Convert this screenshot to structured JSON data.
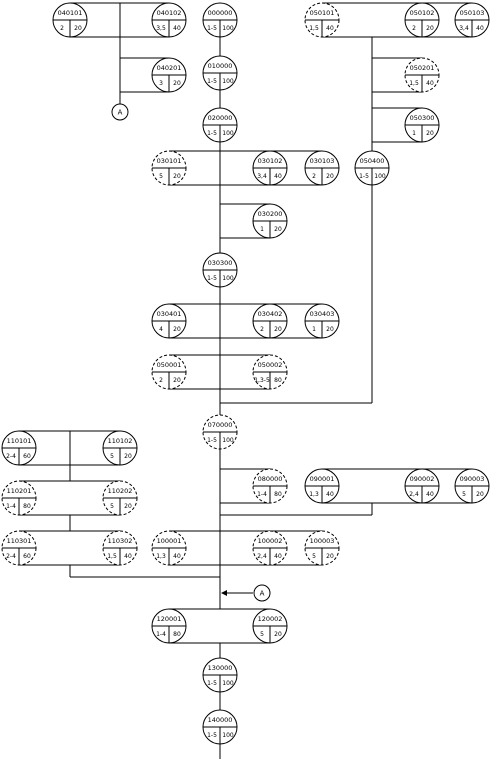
{
  "nodes": [
    {
      "id": "040101",
      "a": "2",
      "b": "20",
      "dashed": false
    },
    {
      "id": "040102",
      "a": "3,5",
      "b": "40",
      "dashed": false
    },
    {
      "id": "040201",
      "a": "3",
      "b": "20",
      "dashed": false
    },
    {
      "id": "000000",
      "a": "1-5",
      "b": "100",
      "dashed": false
    },
    {
      "id": "010000",
      "a": "1-5",
      "b": "100",
      "dashed": false
    },
    {
      "id": "020000",
      "a": "1-5",
      "b": "100",
      "dashed": false
    },
    {
      "id": "030101",
      "a": "5",
      "b": "20",
      "dashed": true
    },
    {
      "id": "030102",
      "a": "3,4",
      "b": "40",
      "dashed": false
    },
    {
      "id": "030103",
      "a": "2",
      "b": "20",
      "dashed": false
    },
    {
      "id": "030200",
      "a": "1",
      "b": "20",
      "dashed": false
    },
    {
      "id": "030300",
      "a": "1-5",
      "b": "100",
      "dashed": false
    },
    {
      "id": "030401",
      "a": "4",
      "b": "20",
      "dashed": false
    },
    {
      "id": "030402",
      "a": "2",
      "b": "20",
      "dashed": false
    },
    {
      "id": "030403",
      "a": "1",
      "b": "20",
      "dashed": false
    },
    {
      "id": "050001",
      "a": "2",
      "b": "20",
      "dashed": true
    },
    {
      "id": "050002",
      "a": "1,3-5",
      "b": "80",
      "dashed": true
    },
    {
      "id": "050101",
      "a": "1,5",
      "b": "40",
      "dashed": true
    },
    {
      "id": "050102",
      "a": "2",
      "b": "20",
      "dashed": false
    },
    {
      "id": "050103",
      "a": "3,4",
      "b": "40",
      "dashed": false
    },
    {
      "id": "050201",
      "a": "1,5",
      "b": "40",
      "dashed": true
    },
    {
      "id": "050300",
      "a": "1",
      "b": "20",
      "dashed": false
    },
    {
      "id": "050400",
      "a": "1-5",
      "b": "100",
      "dashed": false
    },
    {
      "id": "070000",
      "a": "1-5",
      "b": "100",
      "dashed": true
    },
    {
      "id": "080000",
      "a": "1-4",
      "b": "80",
      "dashed": true
    },
    {
      "id": "090001",
      "a": "1,3",
      "b": "40",
      "dashed": false
    },
    {
      "id": "090002",
      "a": "2,4",
      "b": "40",
      "dashed": false
    },
    {
      "id": "090003",
      "a": "5",
      "b": "20",
      "dashed": false
    },
    {
      "id": "100001",
      "a": "1,3",
      "b": "40",
      "dashed": true
    },
    {
      "id": "100002",
      "a": "2,4",
      "b": "40",
      "dashed": true
    },
    {
      "id": "100003",
      "a": "5",
      "b": "20",
      "dashed": true
    },
    {
      "id": "110101",
      "a": "2-4",
      "b": "60",
      "dashed": false
    },
    {
      "id": "110102",
      "a": "5",
      "b": "20",
      "dashed": false
    },
    {
      "id": "110201",
      "a": "1-4",
      "b": "80",
      "dashed": true
    },
    {
      "id": "110202",
      "a": "5",
      "b": "20",
      "dashed": true
    },
    {
      "id": "110301",
      "a": "2-4",
      "b": "60",
      "dashed": true
    },
    {
      "id": "110302",
      "a": "1,5",
      "b": "40",
      "dashed": true
    },
    {
      "id": "120001",
      "a": "1-4",
      "b": "80",
      "dashed": false
    },
    {
      "id": "120002",
      "a": "5",
      "b": "20",
      "dashed": false
    },
    {
      "id": "130000",
      "a": "1-5",
      "b": "100",
      "dashed": false
    },
    {
      "id": "140000",
      "a": "1-5",
      "b": "100",
      "dashed": false
    }
  ],
  "connectors": [
    {
      "label": "A"
    },
    {
      "label": "A"
    }
  ]
}
